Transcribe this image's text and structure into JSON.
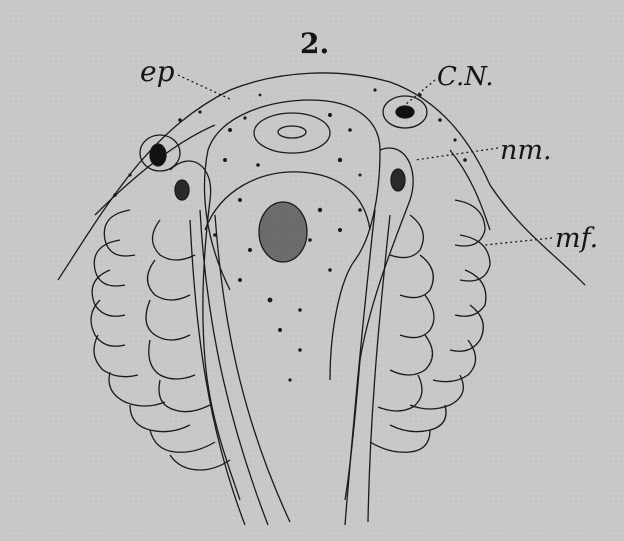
{
  "figure": {
    "number": "2.",
    "labels": {
      "ep": "ep",
      "cn": "C.N.",
      "nm": "nm.",
      "mf": "mf."
    }
  },
  "colors": {
    "background": "#c8c8c8",
    "ink": "#1a1a1a",
    "cell_fill": "#cfcfcf"
  }
}
